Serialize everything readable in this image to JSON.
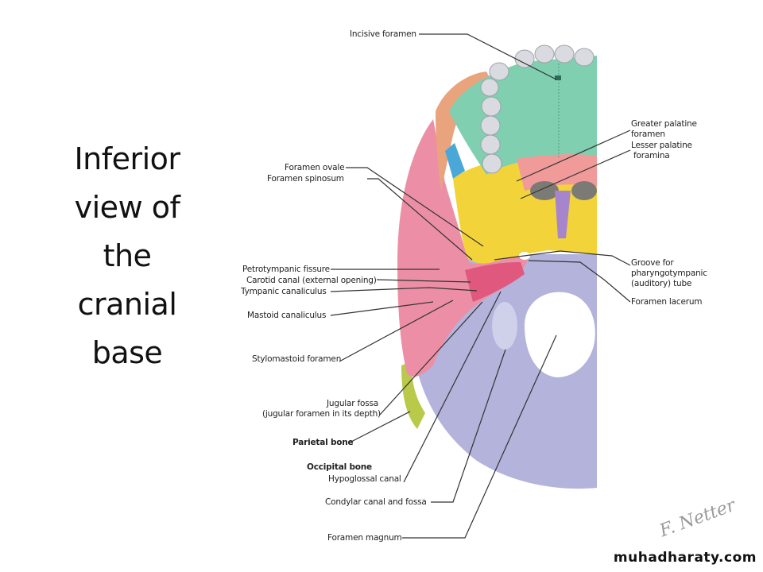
{
  "slide": {
    "title_lines": [
      "Inferior",
      "view of",
      "the",
      "cranial",
      "base"
    ]
  },
  "figure": {
    "left_labels": {
      "incisive_foramen": "Incisive foramen",
      "foramen_ovale": "Foramen ovale",
      "foramen_spinosum": "Foramen spinosum",
      "petrotympanic_fissure": "Petrotympanic fissure",
      "carotid_canal": "Carotid canal (external opening)",
      "tympanic_canaliculus": "Tympanic canaliculus",
      "mastoid_canaliculus": "Mastoid canaliculus",
      "stylomastoid_foramen": "Stylomastoid foramen",
      "jugular_fossa_1": "Jugular fossa",
      "jugular_fossa_2": "(jugular foramen in its depth)",
      "parietal_bone": "Parietal bone",
      "occipital_bone": "Occipital bone",
      "hypoglossal_canal": "Hypoglossal canal",
      "condylar_canal": "Condylar canal and fossa",
      "foramen_magnum": "Foramen magnum"
    },
    "right_labels": {
      "greater_palatine_1": "Greater palatine",
      "greater_palatine_2": "foramen",
      "lesser_palatine_1": "Lesser palatine",
      "lesser_palatine_2": "foramina",
      "groove_1": "Groove for",
      "groove_2": "pharyngotympanic",
      "groove_3": "(auditory) tube",
      "foramen_lacerum": "Foramen lacerum"
    },
    "colors": {
      "maxilla_palatine": "#7fcfb0",
      "teeth": "#d9dbe0",
      "sphenoid": "#f2d43a",
      "temporal": "#ec8fa6",
      "occipital": "#b3b3dc",
      "parietal": "#b9c94a",
      "palatine": "#f09a9a",
      "vomer": "#a685cc",
      "zygomatic": "#e9a47e",
      "frontal": "#4aa8d8"
    },
    "signature": "F. Netter"
  },
  "watermark": "muhadharaty.com"
}
